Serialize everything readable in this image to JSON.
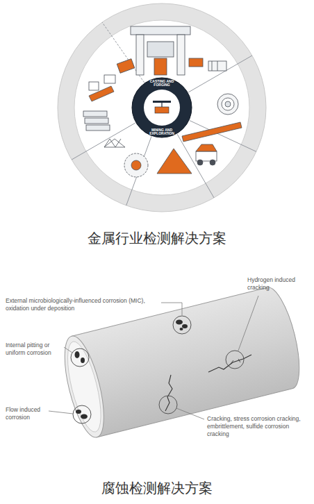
{
  "diagram": {
    "nodes": [
      {
        "text": [
          "CASTING AND FORGING",
          "MINING AND EXPLORATION"
        ]
      }
    ],
    "labels": [
      "金属行业检测解决方案",
      "External microbiologically-influenced corrosion (MIC), oxidation under deposition",
      "Internal pitting or uniform corrosion",
      "Flow induced corrosion",
      "Hydrogen induced cracking",
      "Cracking, stress corrosion cracking, embrittlement, sulfide corrosion cracking",
      "腐蚀检测解决方案"
    ]
  }
}
